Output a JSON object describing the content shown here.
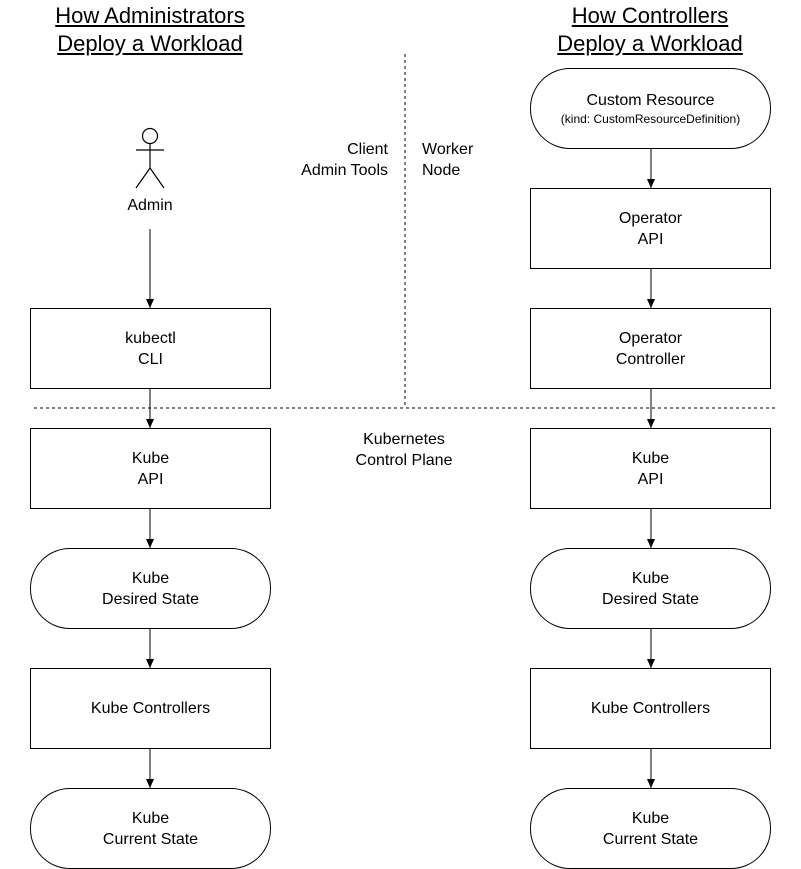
{
  "titles": {
    "left": [
      "How Administrators",
      "Deploy a Workload"
    ],
    "right": [
      "How Controllers",
      "Deploy a Workload"
    ]
  },
  "zone_labels": {
    "client": [
      "Client",
      "Admin Tools"
    ],
    "worker": [
      "Worker",
      "Node"
    ],
    "control_plane": [
      "Kubernetes",
      "Control Plane"
    ]
  },
  "actor": {
    "name": "Admin"
  },
  "left_flow": [
    {
      "id": "kubectl",
      "shape": "rect",
      "lines": [
        "kubectl",
        "CLI"
      ]
    },
    {
      "id": "kube-api",
      "shape": "rect",
      "lines": [
        "Kube",
        "API"
      ]
    },
    {
      "id": "desired-state",
      "shape": "rounded",
      "lines": [
        "Kube",
        "Desired State"
      ]
    },
    {
      "id": "kube-controllers",
      "shape": "rect",
      "lines": [
        "Kube Controllers"
      ]
    },
    {
      "id": "current-state",
      "shape": "rounded",
      "lines": [
        "Kube",
        "Current State"
      ]
    }
  ],
  "right_flow": [
    {
      "id": "custom-resource",
      "shape": "rounded",
      "lines": [
        "Custom Resource"
      ],
      "sublines": [
        "(kind: CustomResourceDefinition)"
      ]
    },
    {
      "id": "operator-api",
      "shape": "rect",
      "lines": [
        "Operator",
        "API"
      ]
    },
    {
      "id": "operator-controller",
      "shape": "rect",
      "lines": [
        "Operator",
        "Controller"
      ]
    },
    {
      "id": "kube-api",
      "shape": "rect",
      "lines": [
        "Kube",
        "API"
      ]
    },
    {
      "id": "desired-state",
      "shape": "rounded",
      "lines": [
        "Kube",
        "Desired State"
      ]
    },
    {
      "id": "kube-controllers",
      "shape": "rect",
      "lines": [
        "Kube Controllers"
      ]
    },
    {
      "id": "current-state",
      "shape": "rounded",
      "lines": [
        "Kube",
        "Current State"
      ]
    }
  ]
}
